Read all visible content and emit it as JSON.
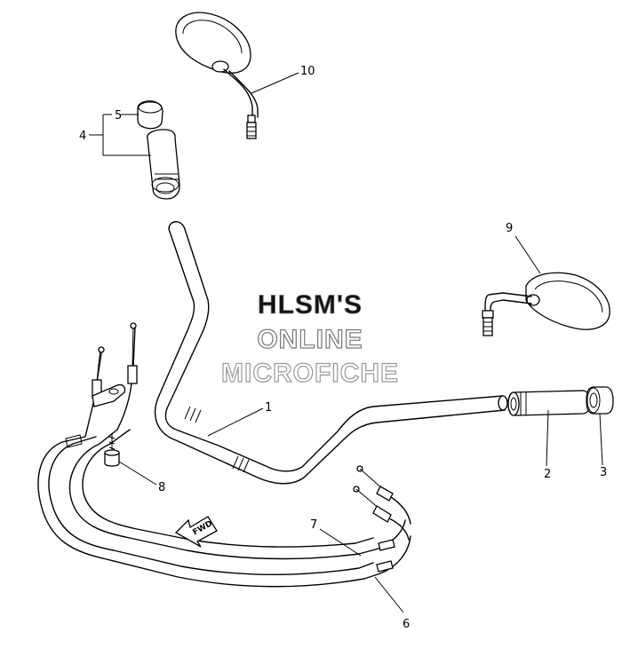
{
  "watermark": {
    "line1": "HLSM'S",
    "line2": "ONLINE",
    "line3": "MICROFICHE"
  },
  "fwd_arrow_text": "FWD",
  "parts": [
    {
      "number": "1",
      "item": "handlebar"
    },
    {
      "number": "2",
      "item": "grip-right"
    },
    {
      "number": "3",
      "item": "grip-end-cap-right"
    },
    {
      "number": "4",
      "item": "grip-assembly-left"
    },
    {
      "number": "5",
      "item": "grip-end-cap-left"
    },
    {
      "number": "6",
      "item": "throttle-cable-1"
    },
    {
      "number": "7",
      "item": "throttle-cable-2"
    },
    {
      "number": "8",
      "item": "bolt"
    },
    {
      "number": "9",
      "item": "mirror-right"
    },
    {
      "number": "10",
      "item": "mirror-left"
    }
  ]
}
